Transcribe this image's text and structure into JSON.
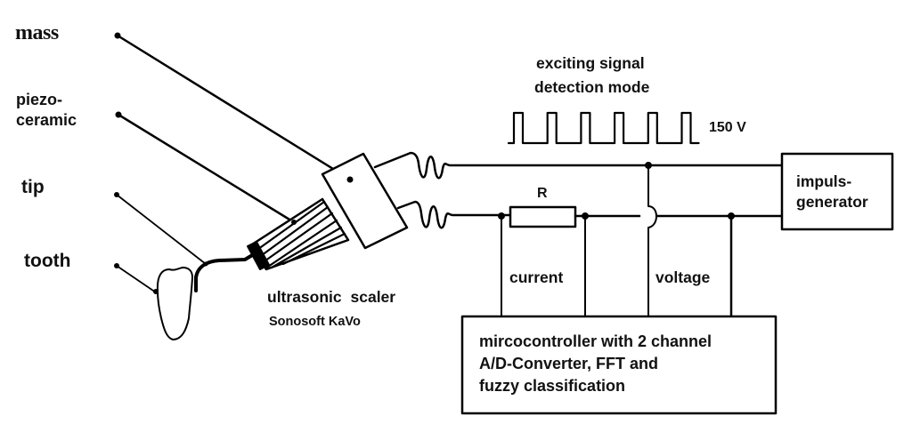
{
  "labels": {
    "mass": "mass",
    "piezo_line1": "piezo-",
    "piezo_line2": "ceramic",
    "tip": "tip",
    "tooth": "tooth",
    "scaler": "ultrasonic scaler",
    "scaler_model": "Sonosoft KaVo",
    "signal_title_line1": "exciting signal",
    "signal_title_line2": "detection mode",
    "signal_voltage": "150 V",
    "resistor": "R",
    "current": "current",
    "voltage": "voltage",
    "generator_line1": "impuls-",
    "generator_line2": "generator",
    "controller_line1": "mircocontroller with 2 channel",
    "controller_line2": "A/D-Converter, FFT and",
    "controller_line3": "fuzzy classification"
  },
  "colors": {
    "stroke": "#000000",
    "background": "#ffffff",
    "text": "#111111"
  },
  "signal": {
    "pulse_count": 6
  }
}
